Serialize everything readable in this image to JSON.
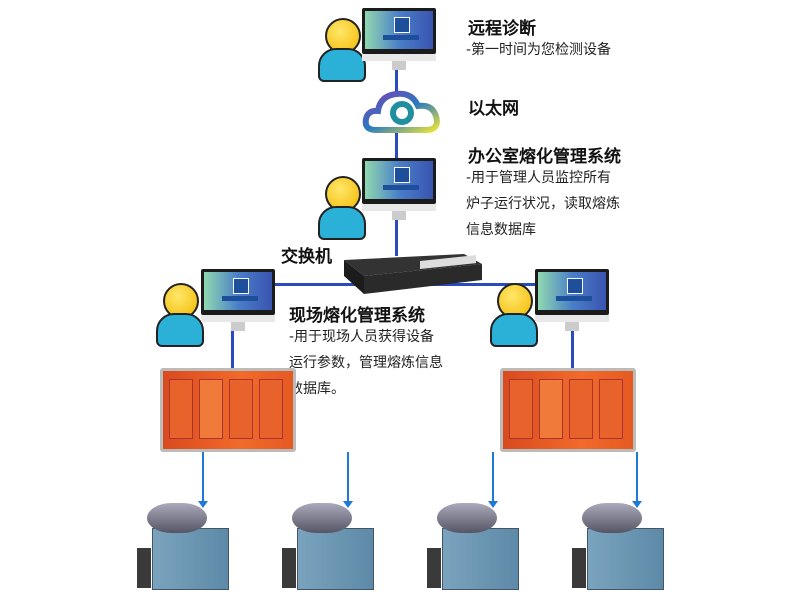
{
  "remote": {
    "title": "远程诊断",
    "desc": "-第一时间为您检测设备"
  },
  "network": {
    "label": "以太网"
  },
  "office": {
    "title": "办公室熔化管理系统",
    "lines": [
      "-用于管理人员监控所有",
      "炉子运行状况，读取熔炼",
      "信息数据库"
    ]
  },
  "switch": {
    "label": "交换机"
  },
  "site": {
    "title": "现场熔化管理系统",
    "lines": [
      "-用于现场人员获得设备",
      "运行参数，管理熔炼信息",
      "数据库。"
    ]
  },
  "colors": {
    "link": "#2a4bbf",
    "arrow": "#1e7ad6",
    "cabinet": "#f26a2a",
    "furnace": "#6b94b0"
  }
}
